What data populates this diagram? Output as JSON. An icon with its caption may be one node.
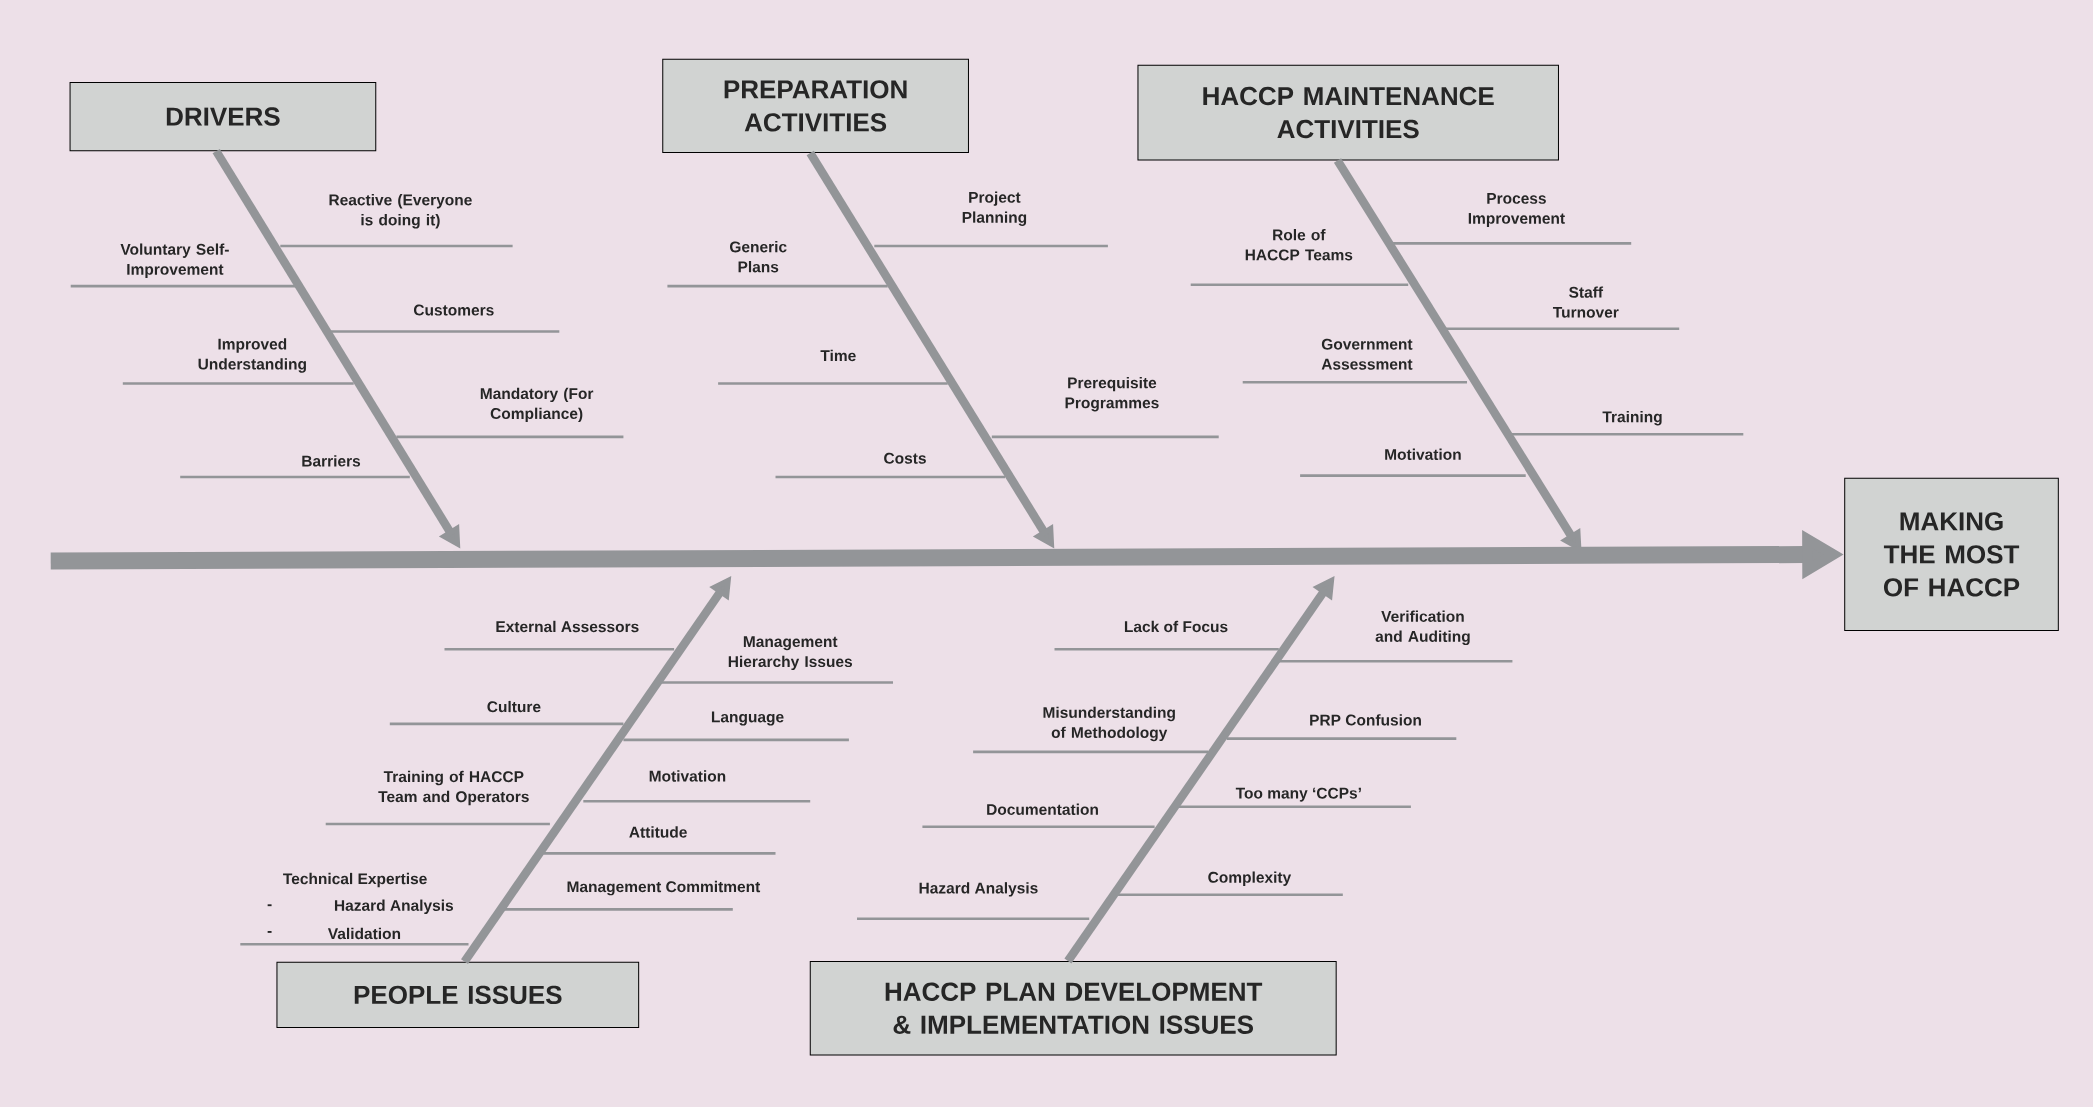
{
  "diagram": {
    "nodes": [
      {
        "text": [
          "DRIVERS"
        ]
      },
      {
        "text": [
          "PREPARATION ACTIVITIES"
        ]
      },
      {
        "text": [
          "HACCP MAINTENANCE ACTIVITIES"
        ]
      },
      {
        "text": [
          "MAKING THE MOST OF HACCP"
        ]
      },
      {
        "text": [
          "PEOPLE ISSUES"
        ]
      },
      {
        "text": [
          "HACCP PLAN DEVELOPMENT & IMPLEMENTATION ISSUES"
        ]
      }
    ],
    "edges": [
      {
        "from": 0,
        "to": null,
        "arrow": "to"
      },
      {
        "from": 1,
        "to": null,
        "arrow": "to"
      },
      {
        "from": 2,
        "to": null,
        "arrow": "to"
      },
      {
        "from": null,
        "to": 3,
        "arrow": "to",
        "style": "thick"
      },
      {
        "from": 4,
        "to": null,
        "arrow": "to"
      },
      {
        "from": 5,
        "to": null,
        "arrow": "to"
      }
    ],
    "labels": [
      "Reactive (Everyone is doing it)",
      "Voluntary Self-Improvement",
      "Customers",
      "Improved Understanding",
      "Mandatory (For Compliance)",
      "Barriers",
      "Project Planning",
      "Generic Plans",
      "Time",
      "Prerequisite Programmes",
      "Costs",
      "Process Improvement",
      "Role of HACCP Teams",
      "Staff Turnover",
      "Government Assessment",
      "Training",
      "Motivation",
      "External Assessors",
      "Management Hierarchy Issues",
      "Culture",
      "Language",
      "Training of HACCP Team and Operators",
      "Motivation",
      "Attitude",
      "Management Commitment",
      "Technical Expertise",
      "-",
      "Hazard Analysis",
      "-",
      "Validation",
      "Lack of Focus",
      "Verification and Auditing",
      "Misunderstanding of Methodology",
      "PRP Confusion",
      "Documentation",
      "Too many ‘CCPs’",
      "Hazard Analysis",
      "Complexity"
    ]
  }
}
